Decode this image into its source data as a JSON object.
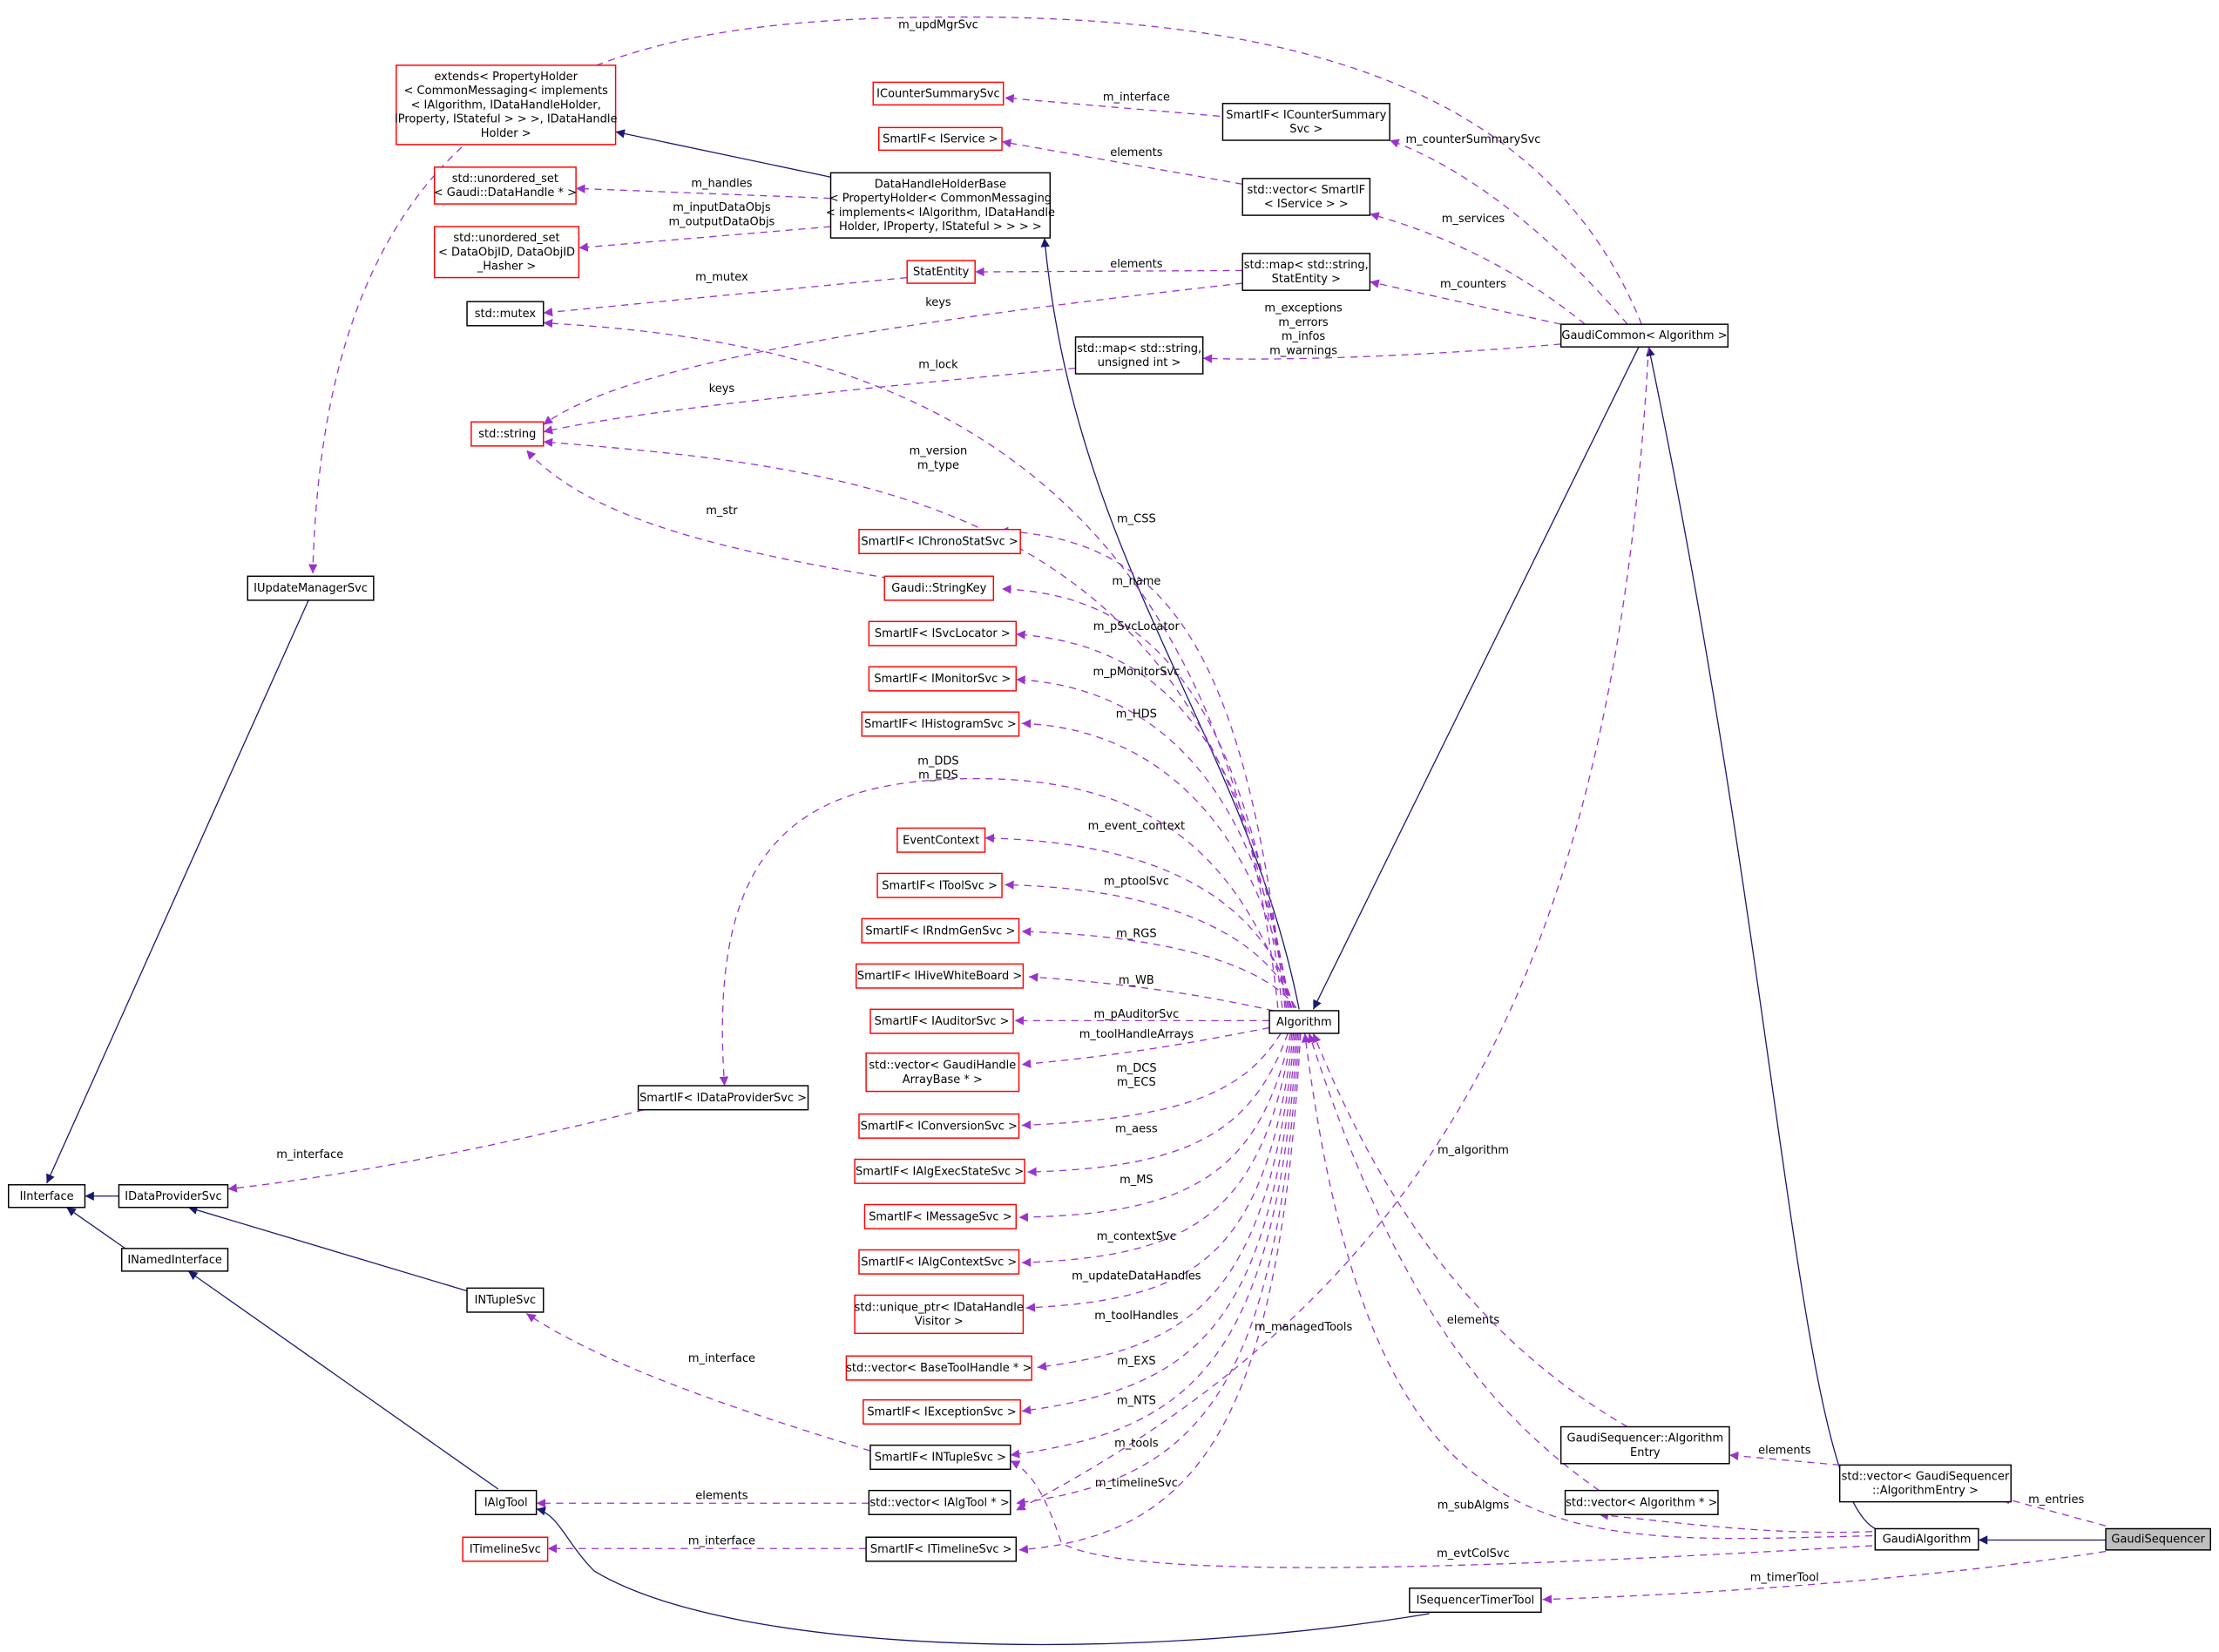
{
  "nodes": {
    "gaudi_sequencer": [
      "GaudiSequencer"
    ],
    "gaudi_algorithm": [
      "GaudiAlgorithm"
    ],
    "gaudi_common": [
      "GaudiCommon< Algorithm >"
    ],
    "algorithm": [
      "Algorithm"
    ],
    "vector_algentry": [
      "std::vector< GaudiSequencer",
      "::AlgorithmEntry >"
    ],
    "algentry": [
      "GaudiSequencer::Algorithm",
      "Entry"
    ],
    "vector_algorithm": [
      "std::vector< Algorithm * >"
    ],
    "isequencer_timer_tool": [
      "ISequencerTimerTool"
    ],
    "smartif_icountersummary": [
      "SmartIF< ICounterSummary",
      "Svc >"
    ],
    "vector_smartif_iservice": [
      "std::vector< SmartIF",
      "< IService > >"
    ],
    "map_string_statentity": [
      "std::map< std::string,",
      "StatEntity >"
    ],
    "map_string_uint": [
      "std::map< std::string,",
      "unsigned int >"
    ],
    "icountersummarysvc": [
      "ICounterSummarySvc"
    ],
    "smartif_iservice": [
      "SmartIF< IService >"
    ],
    "datahandleholderbase": [
      "DataHandleHolderBase",
      "< PropertyHolder< CommonMessaging",
      "< implements< IAlgorithm, IDataHandle",
      "Holder, IProperty, IStateful > > > >"
    ],
    "extends": [
      "extends< PropertyHolder",
      "< CommonMessaging< implements",
      "< IAlgorithm, IDataHandleHolder,",
      "IProperty, IStateful > > >, IDataHandle",
      "Holder >"
    ],
    "unordered_set_datahandle": [
      "std::unordered_set",
      "< Gaudi::DataHandle * >"
    ],
    "unordered_set_dataobjid": [
      "std::unordered_set",
      "< DataObjID, DataObjID",
      "_Hasher >"
    ],
    "statentity": [
      "StatEntity"
    ],
    "std_mutex": [
      "std::mutex"
    ],
    "std_string": [
      "std::string"
    ],
    "smartif_ichronostatsvc": [
      "SmartIF< IChronoStatSvc >"
    ],
    "gaudi_stringkey": [
      "Gaudi::StringKey"
    ],
    "smartif_isvclocator": [
      "SmartIF< ISvcLocator >"
    ],
    "smartif_imonitorsvc": [
      "SmartIF< IMonitorSvc >"
    ],
    "smartif_ihistogramsvc": [
      "SmartIF< IHistogramSvc >"
    ],
    "eventcontext": [
      "EventContext"
    ],
    "smartif_itoolsvc": [
      "SmartIF< IToolSvc >"
    ],
    "smartif_irndmgensvc": [
      "SmartIF< IRndmGenSvc >"
    ],
    "smartif_ihivewhiteboard": [
      "SmartIF< IHiveWhiteBoard >"
    ],
    "smartif_iauditorsvc": [
      "SmartIF< IAuditorSvc >"
    ],
    "vector_gaudihandlearraybase": [
      "std::vector< GaudiHandle",
      "ArrayBase * >"
    ],
    "smartif_iconversionsvc": [
      "SmartIF< IConversionSvc >"
    ],
    "smartif_ialgexecstatesvc": [
      "SmartIF< IAlgExecStateSvc >"
    ],
    "smartif_imessagesvc": [
      "SmartIF< IMessageSvc >"
    ],
    "smartif_ialgcontextsvc": [
      "SmartIF< IAlgContextSvc >"
    ],
    "unique_ptr_idatahandlevisitor": [
      "std::unique_ptr< IDataHandle",
      "Visitor >"
    ],
    "vector_basetoolhandle": [
      "std::vector< BaseToolHandle * >"
    ],
    "smartif_iexceptionsvc": [
      "SmartIF< IExceptionSvc >"
    ],
    "smartif_intuplesvc": [
      "SmartIF< INTupleSvc >"
    ],
    "vector_ialgtool": [
      "std::vector< IAlgTool * >"
    ],
    "smartif_itimelinesvc": [
      "SmartIF< ITimelineSvc >"
    ],
    "smartif_idataprovidersvc": [
      "SmartIF< IDataProviderSvc >"
    ],
    "iupdatemanagersvc": [
      "IUpdateManagerSvc"
    ],
    "iinterface": [
      "IInterface"
    ],
    "idataprovidersvc": [
      "IDataProviderSvc"
    ],
    "inamedinterface": [
      "INamedInterface"
    ],
    "intuplesvc": [
      "INTupleSvc"
    ],
    "ialgtool": [
      "IAlgTool"
    ],
    "itimelinesvc": [
      "ITimelineSvc"
    ]
  },
  "edge_labels": {
    "m_updMgrSvc": [
      "m_updMgrSvc"
    ],
    "m_interface_counter": [
      "m_interface"
    ],
    "elements_iservice": [
      "elements"
    ],
    "m_counterSummarySvc": [
      "m_counterSummarySvc"
    ],
    "m_handles": [
      "m_handles"
    ],
    "m_inputoutput": [
      "m_inputDataObjs",
      "m_outputDataObjs"
    ],
    "m_services": [
      "m_services"
    ],
    "elements_statentity": [
      "elements"
    ],
    "m_mutex": [
      "m_mutex"
    ],
    "m_counters": [
      "m_counters"
    ],
    "keys_1": [
      "keys"
    ],
    "m_exceptions": [
      "m_exceptions",
      "m_errors",
      "m_infos",
      "m_warnings"
    ],
    "m_lock": [
      "m_lock"
    ],
    "keys_2": [
      "keys"
    ],
    "m_version_type": [
      "m_version",
      "m_type"
    ],
    "m_str": [
      "m_str"
    ],
    "m_CSS": [
      "m_CSS"
    ],
    "m_name": [
      "m_name"
    ],
    "m_pSvcLocator": [
      "m_pSvcLocator"
    ],
    "m_pMonitorSvc": [
      "m_pMonitorSvc"
    ],
    "m_HDS": [
      "m_HDS"
    ],
    "m_DDS_EDS": [
      "m_DDS",
      "m_EDS"
    ],
    "m_event_context": [
      "m_event_context"
    ],
    "m_ptoolSvc": [
      "m_ptoolSvc"
    ],
    "m_RGS": [
      "m_RGS"
    ],
    "m_WB": [
      "m_WB"
    ],
    "m_pAuditorSvc": [
      "m_pAuditorSvc"
    ],
    "m_toolHandleArrays": [
      "m_toolHandleArrays"
    ],
    "m_DCS_ECS": [
      "m_DCS",
      "m_ECS"
    ],
    "m_aess": [
      "m_aess"
    ],
    "m_MS": [
      "m_MS"
    ],
    "m_contextSvc": [
      "m_contextSvc"
    ],
    "m_updateDataHandles": [
      "m_updateDataHandles"
    ],
    "m_toolHandles": [
      "m_toolHandles"
    ],
    "m_managedTools": [
      "m_managedTools"
    ],
    "m_EXS": [
      "m_EXS"
    ],
    "m_NTS": [
      "m_NTS"
    ],
    "m_tools": [
      "m_tools"
    ],
    "m_timelineSvc": [
      "m_timelineSvc"
    ],
    "m_algorithm": [
      "m_algorithm"
    ],
    "elements_algorithm": [
      "elements"
    ],
    "elements_algentry": [
      "elements"
    ],
    "m_entries": [
      "m_entries"
    ],
    "m_subAlgms": [
      "m_subAlgms"
    ],
    "m_evtColSvc": [
      "m_evtColSvc"
    ],
    "m_timerTool": [
      "m_timerTool"
    ],
    "m_interface_dataprovider": [
      "m_interface"
    ],
    "m_interface_ntuple": [
      "m_interface"
    ],
    "elements_ialgtool": [
      "elements"
    ],
    "m_interface_timeline": [
      "m_interface"
    ]
  },
  "colors": {
    "inheritance": "#191970",
    "usage": "#9a32cd",
    "box_border": "#000000",
    "undocumented_border": "#ff0000",
    "highlight_fill": "#bfbfbf",
    "background": "#ffffff"
  }
}
